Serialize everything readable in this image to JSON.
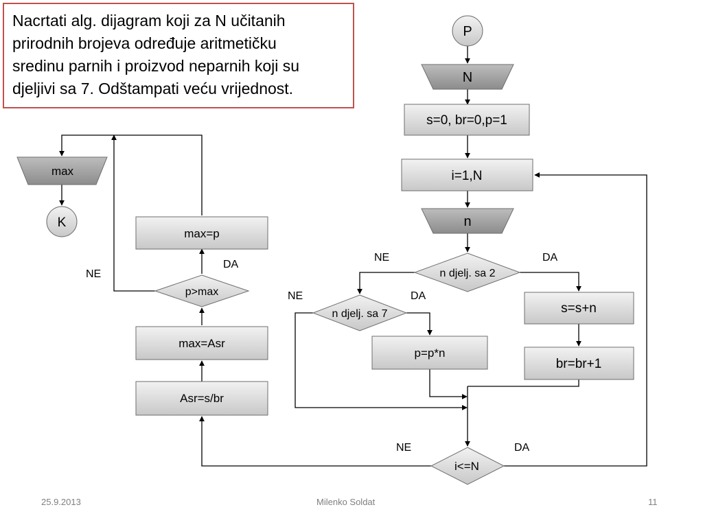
{
  "task": {
    "lines": [
      "Nacrtati alg. dijagram koji za N učitanih",
      "prirodnih brojeva određuje aritmetičku",
      "sredinu parnih i proizvod neparnih koji su",
      "djeljivi sa 7. Odštampati veću vrijednost."
    ]
  },
  "flowchart": {
    "start": "P",
    "input_n": "N",
    "init": "s=0, br=0,p=1",
    "loop": "i=1,N",
    "input_item": "n",
    "cond_even": "n djelj. sa 2",
    "cond_div7": "n djelj. sa 7",
    "sum": "s=s+n",
    "count": "br=br+1",
    "product": "p=p*n",
    "cond_loop": "i<=N",
    "average": "Asr=s/br",
    "max_asr": "max=Asr",
    "cond_max": "p>max",
    "max_p": "max=p",
    "output": "max",
    "end": "K",
    "yes": "DA",
    "no": "NE"
  },
  "footer": {
    "date": "25.9.2013",
    "author": "Milenko Soldat",
    "page": "11"
  }
}
